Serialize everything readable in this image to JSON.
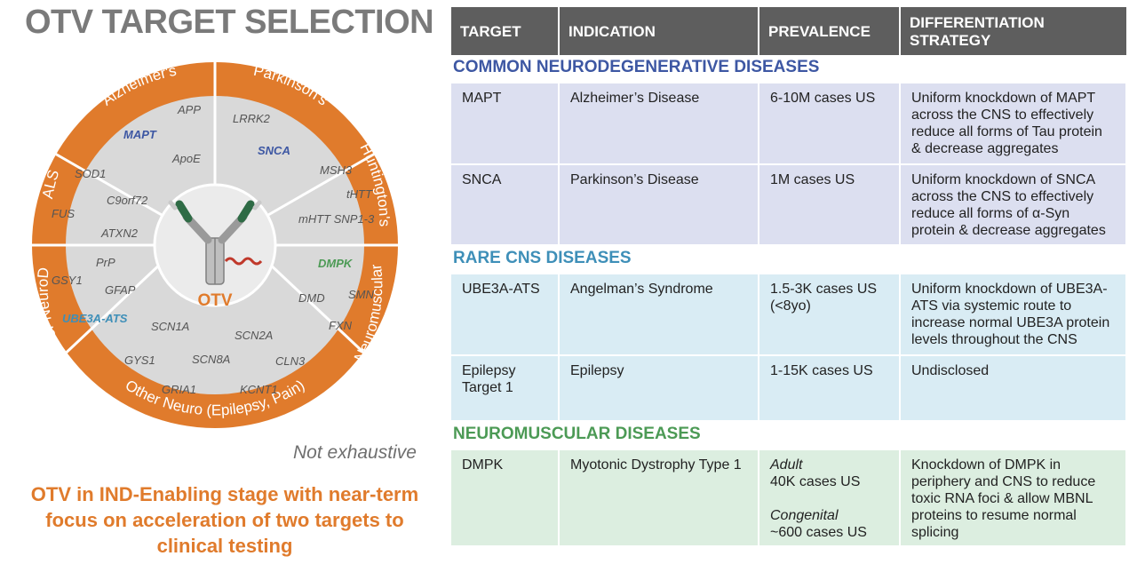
{
  "title": "OTV TARGET SELECTION",
  "wheel": {
    "center": "OTV",
    "segments": [
      {
        "label": "Alzheimer's",
        "targets": [
          "APP",
          "MAPT",
          "ApoE"
        ]
      },
      {
        "label": "Parkinson's",
        "targets": [
          "LRRK2",
          "SNCA"
        ]
      },
      {
        "label": "Huntington's",
        "targets": [
          "MSH3",
          "tHTT",
          "mHTT SNP1-3"
        ]
      },
      {
        "label": "Neuromuscular",
        "targets": [
          "DMPK",
          "SMN",
          "DMD",
          "FXN"
        ]
      },
      {
        "label": "Other Neuro (Epilepsy, Pain)",
        "targets": [
          "SCN1A",
          "SCN2A",
          "GYS1",
          "SCN8A",
          "CLN3",
          "GRIA1",
          "KCNT1"
        ]
      },
      {
        "label": "Other NeuroD",
        "targets": [
          "PrP",
          "GSY1",
          "GFAP",
          "UBE3A-ATS"
        ]
      },
      {
        "label": "ALS",
        "targets": [
          "SOD1",
          "C9orf72",
          "FUS",
          "ATXN2"
        ]
      }
    ]
  },
  "note": "Not exhaustive",
  "focus": "OTV in IND-Enabling stage with near-term focus on acceleration of two targets to clinical testing",
  "colors": {
    "orange": "#e07b2c",
    "gray_fill": "#d9d9d9",
    "header": "#5e5e5e",
    "common": "#3d57a3",
    "rare": "#3e8fb8",
    "neuro": "#4c9a55"
  },
  "table": {
    "headers": [
      "TARGET",
      "INDICATION",
      "PREVALENCE",
      "DIFFERENTIATION STRATEGY"
    ],
    "sections": [
      {
        "title": "COMMON NEURODEGENERATIVE DISEASES",
        "rows": [
          {
            "target": "MAPT",
            "indication": "Alzheimer’s Disease",
            "prevalence": "6-10M cases US",
            "strategy": "Uniform knockdown of MAPT across the CNS to effectively reduce all forms of Tau protein & decrease aggregates"
          },
          {
            "target": "SNCA",
            "indication": "Parkinson’s Disease",
            "prevalence": "1M cases US",
            "strategy": "Uniform knockdown of SNCA across the CNS to effectively reduce all forms of α-Syn protein & decrease aggregates"
          }
        ]
      },
      {
        "title": "RARE CNS DISEASES",
        "rows": [
          {
            "target": "UBE3A-ATS",
            "indication": "Angelman’s Syndrome",
            "prevalence": "1.5-3K cases US (<8yo)",
            "strategy": "Uniform knockdown of UBE3A-ATS via systemic route to increase normal UBE3A protein levels throughout the CNS"
          },
          {
            "target": "Epilepsy Target 1",
            "indication": "Epilepsy",
            "prevalence": "1-15K cases US",
            "strategy": "Undisclosed"
          }
        ]
      },
      {
        "title": "NEUROMUSCULAR DISEASES",
        "rows": [
          {
            "target": "DMPK",
            "indication": "Myotonic Dystrophy Type 1",
            "prevalence_adult_label": "Adult",
            "prevalence_adult": "40K cases US",
            "prevalence_cong_label": "Congenital",
            "prevalence_cong": "~600 cases US",
            "strategy": "Knockdown of DMPK in periphery and CNS to reduce toxic RNA foci & allow MBNL proteins to resume normal splicing"
          }
        ]
      }
    ]
  }
}
